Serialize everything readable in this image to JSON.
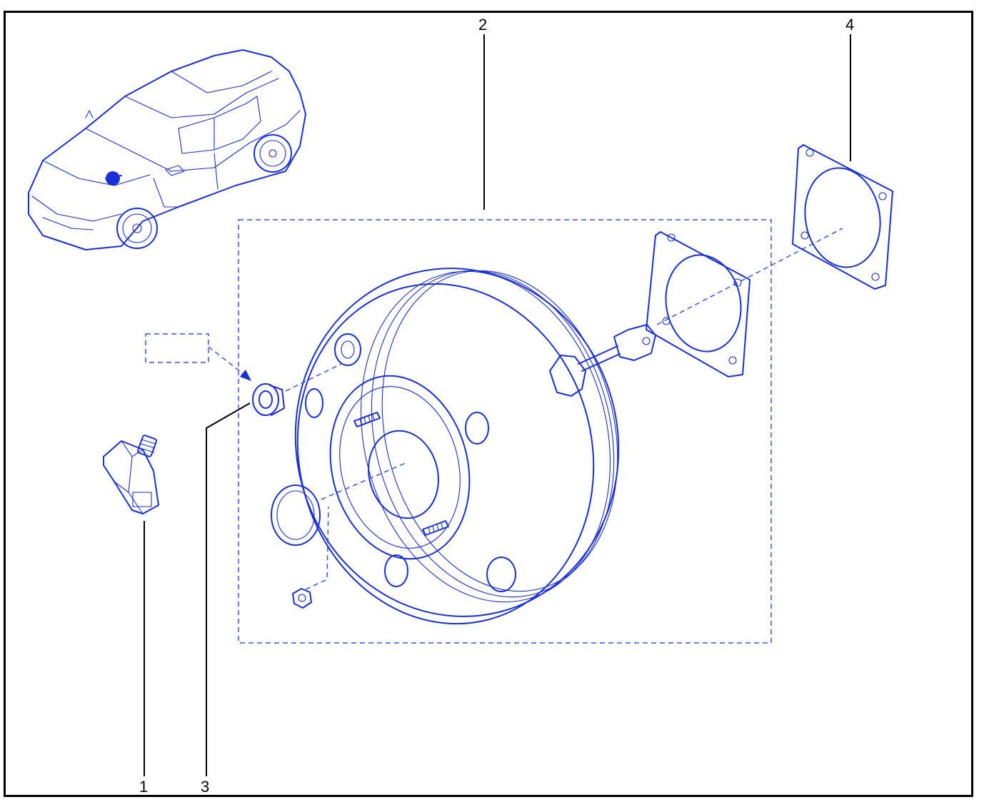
{
  "callouts": {
    "item_1": "1",
    "item_2": "2",
    "item_3": "3",
    "item_4": "4"
  },
  "colors": {
    "ink": "#1a2fd6",
    "frame": "#000000",
    "background": "#ffffff"
  }
}
